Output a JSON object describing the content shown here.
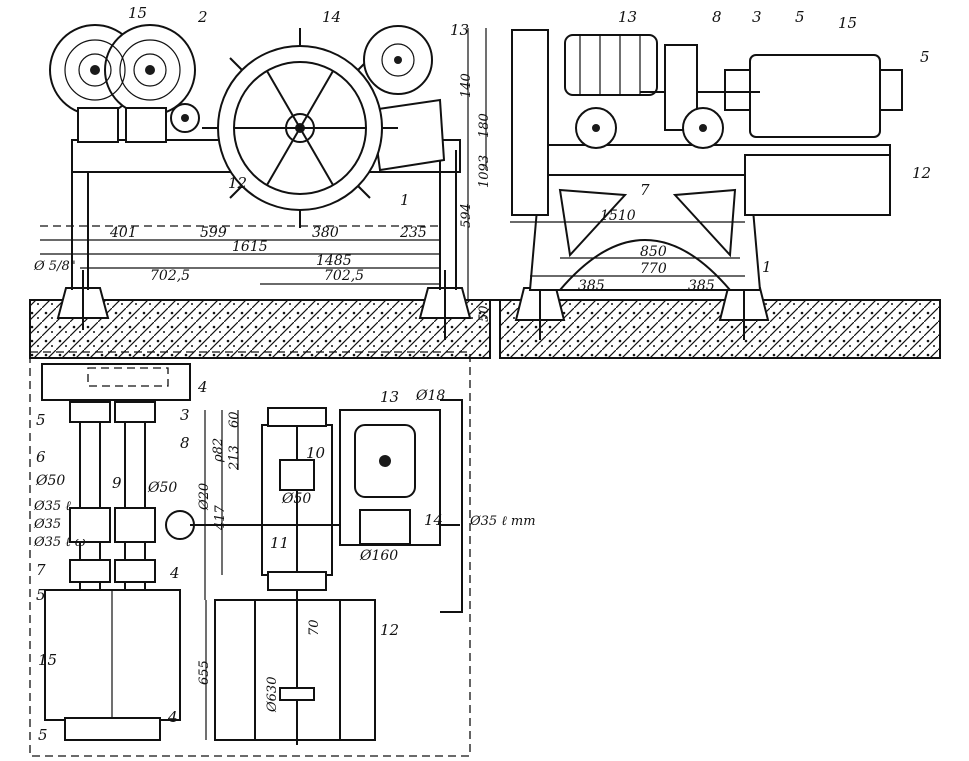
{
  "part_labels": {
    "l_15a": "15",
    "l_2": "2",
    "l_14a": "14",
    "l_13a": "13",
    "l_12a": "12",
    "l_1a": "1",
    "l_13b": "13",
    "l_8a": "8",
    "l_3a": "3",
    "l_5a": "5",
    "l_15b": "15",
    "l_5b": "5",
    "l_12b": "12",
    "l_7a": "7",
    "l_1b": "1",
    "l_4a": "4",
    "l_5c": "5",
    "l_3b": "3",
    "l_6": "6",
    "l_8b": "8",
    "l_9": "9",
    "l_10": "10",
    "l_11": "11",
    "l_7b": "7",
    "l_5d": "5",
    "l_4b": "4",
    "l_15c": "15",
    "l_5e": "5",
    "l_4c": "4",
    "l_12c": "12",
    "l_13c": "13",
    "l_14b": "14"
  },
  "dimensions": {
    "d_140": "140",
    "d_180": "180",
    "d_1093": "1093",
    "d_594": "594",
    "d_50a": "50",
    "d_401": "401",
    "d_599": "599",
    "d_380": "380",
    "d_235": "235",
    "d_1615": "1615",
    "d_1485": "1485",
    "d_7025a": "702,5",
    "d_7025b": "702,5",
    "d_anchor": "Ø 5/8\"",
    "d_1510": "1510",
    "d_850": "850",
    "d_770": "770",
    "d_385a": "385",
    "d_385b": "385",
    "d_60": "60",
    "d_p82": "ρ82",
    "d_213": "213",
    "d_417": "417",
    "d_dia18": "Ø18",
    "d_dia50a": "Ø50",
    "d_dia50b": "Ø50",
    "d_dia50c": "Ø50",
    "d_dia20": "Ø20",
    "d_fit1": "Ø35 ℓ",
    "d_fit2": "Ø35",
    "d_fit3": "Ø35 ℓ ω",
    "d_fit4": "Ø35 ℓ mm",
    "d_dia160": "Ø160",
    "d_655": "655",
    "d_dia630": "Ø630",
    "d_70": "70"
  }
}
